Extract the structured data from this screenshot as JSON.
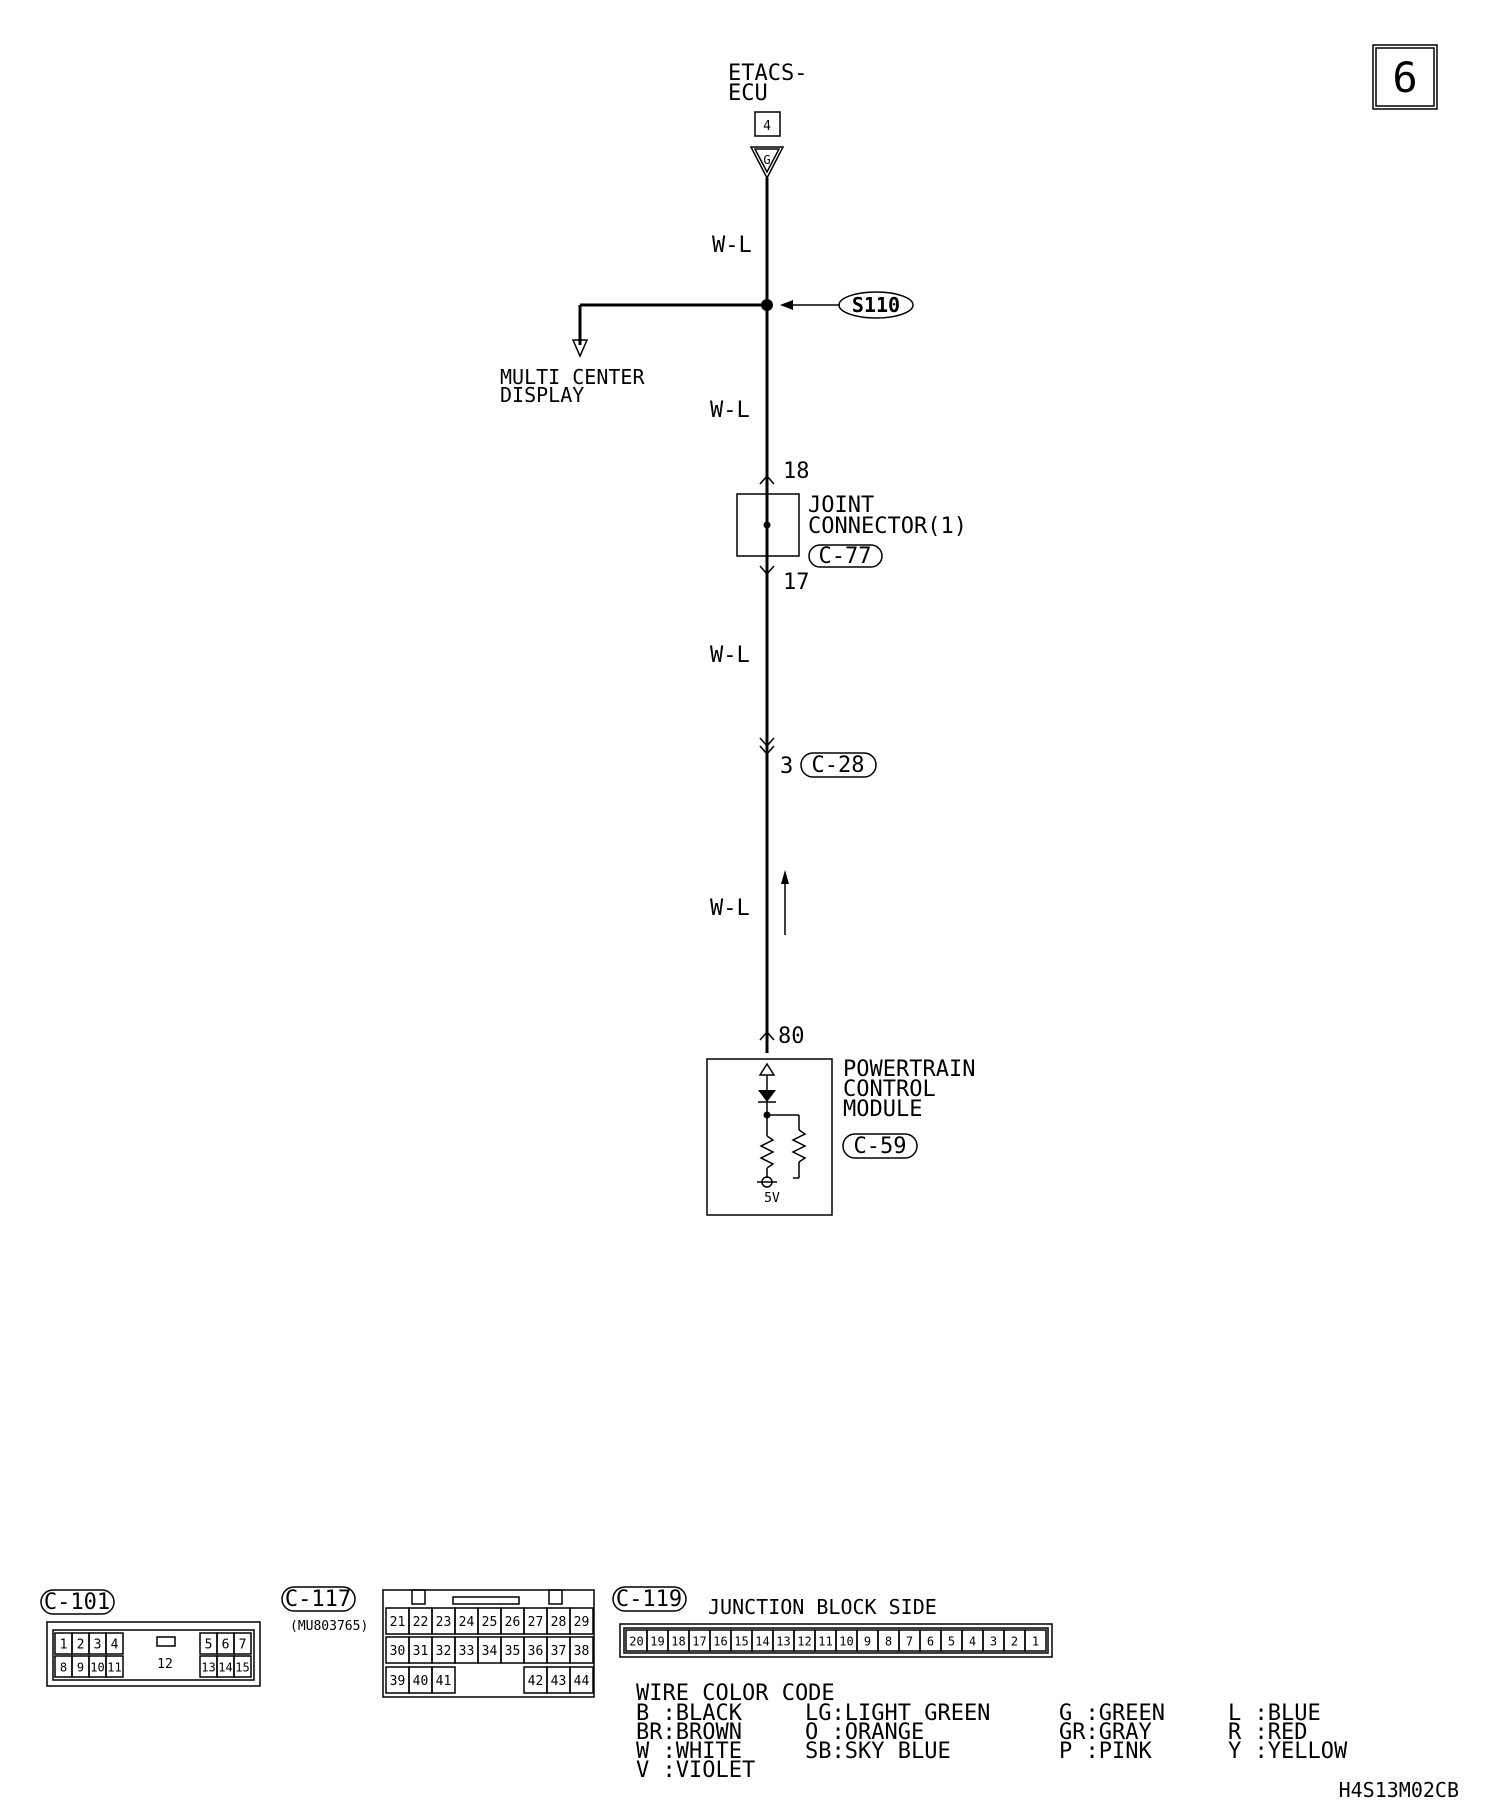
{
  "page_number": "6",
  "top_component": {
    "name_line1": "ETACS-",
    "name_line2": "ECU",
    "pin": "4",
    "terminal": "G"
  },
  "wires": {
    "seg1": "W-L",
    "seg2": "W-L",
    "seg3": "W-L",
    "seg4": "W-L"
  },
  "splice": {
    "id": "S110"
  },
  "branch": {
    "line1": "MULTI CENTER",
    "line2": "DISPLAY"
  },
  "joint_connector": {
    "line1": "JOINT",
    "line2": "CONNECTOR(1)",
    "connector": "C-77",
    "pin_top": "18",
    "pin_bottom": "17"
  },
  "inline_connector": {
    "pin": "3",
    "connector": "C-28"
  },
  "pcm": {
    "line1": "POWERTRAIN",
    "line2": "CONTROL",
    "line3": "MODULE",
    "connector": "C-59",
    "pin": "80",
    "voltage": "5V"
  },
  "connectors": {
    "c101": {
      "label": "C-101",
      "row1a": [
        "1",
        "2",
        "3",
        "4"
      ],
      "row1b": [
        "5",
        "6",
        "7"
      ],
      "row2a": [
        "8",
        "9",
        "10",
        "11"
      ],
      "row2b": [
        "13",
        "14",
        "15"
      ],
      "center": "12"
    },
    "c117": {
      "label": "C-117",
      "part": "(MU803765)",
      "row1": [
        "21",
        "22",
        "23",
        "24",
        "25",
        "26",
        "27",
        "28",
        "29"
      ],
      "row2": [
        "30",
        "31",
        "32",
        "33",
        "34",
        "35",
        "36",
        "37",
        "38"
      ],
      "row3a": [
        "39",
        "40",
        "41"
      ],
      "row3b": [
        "42",
        "43",
        "44"
      ]
    },
    "c119": {
      "label": "C-119",
      "side": "JUNCTION BLOCK SIDE",
      "pins": [
        "20",
        "19",
        "18",
        "17",
        "16",
        "15",
        "14",
        "13",
        "12",
        "11",
        "10",
        "9",
        "8",
        "7",
        "6",
        "5",
        "4",
        "3",
        "2",
        "1"
      ]
    }
  },
  "wire_color_code": {
    "title": "WIRE COLOR CODE",
    "col1": [
      "B :BLACK",
      "BR:BROWN",
      "W :WHITE",
      "V :VIOLET"
    ],
    "col2": [
      "LG:LIGHT GREEN",
      "O :ORANGE",
      "SB:SKY BLUE"
    ],
    "col3": [
      "G :GREEN",
      "GR:GRAY",
      "P :PINK"
    ],
    "col4": [
      "L :BLUE",
      "R :RED",
      "Y :YELLOW"
    ]
  },
  "diagram_code": "H4S13M02CB"
}
